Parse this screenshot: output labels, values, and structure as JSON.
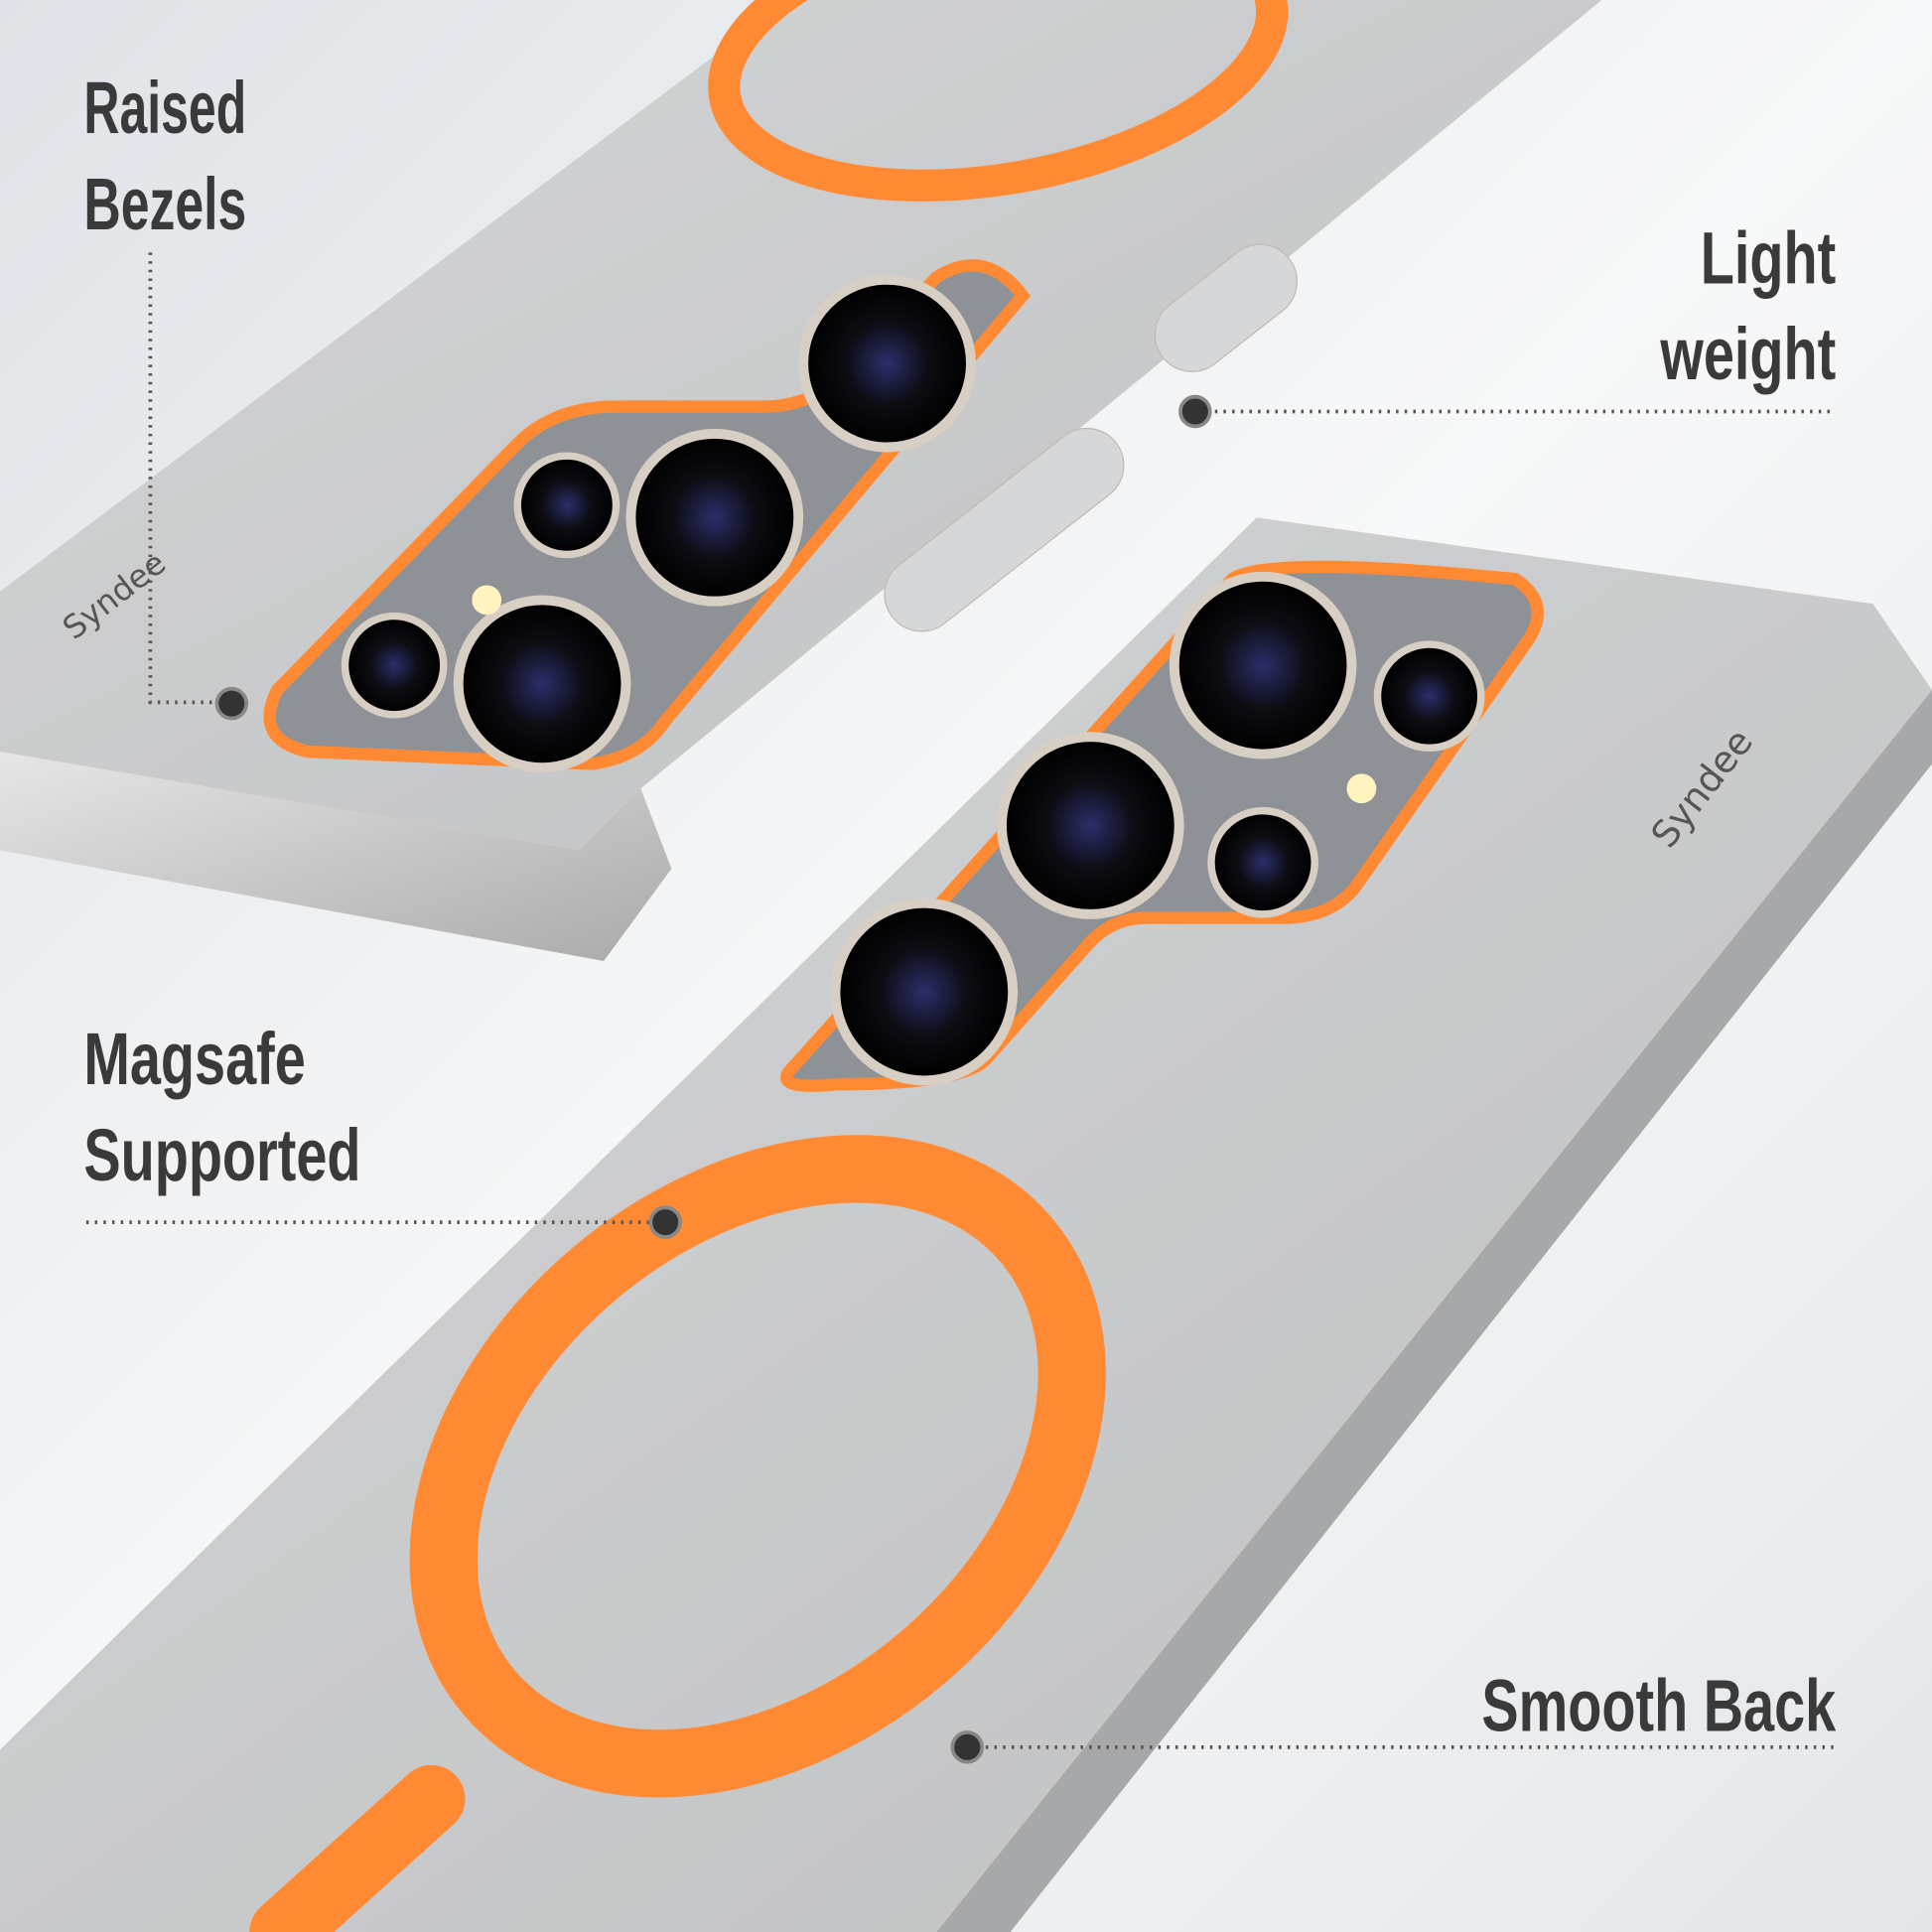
{
  "features": [
    {
      "line1": "Raised",
      "line2": "Bezels"
    },
    {
      "line1": "Light",
      "line2": "weight"
    },
    {
      "line1": "Magsafe",
      "line2": "Supported"
    },
    {
      "line1": "Smooth Back",
      "line2": ""
    }
  ],
  "brand": "Syndee",
  "colors": {
    "accent": "#ff8a33",
    "case": "#c9cacb",
    "text": "#3a3a3a",
    "background": "#eef0f2"
  }
}
